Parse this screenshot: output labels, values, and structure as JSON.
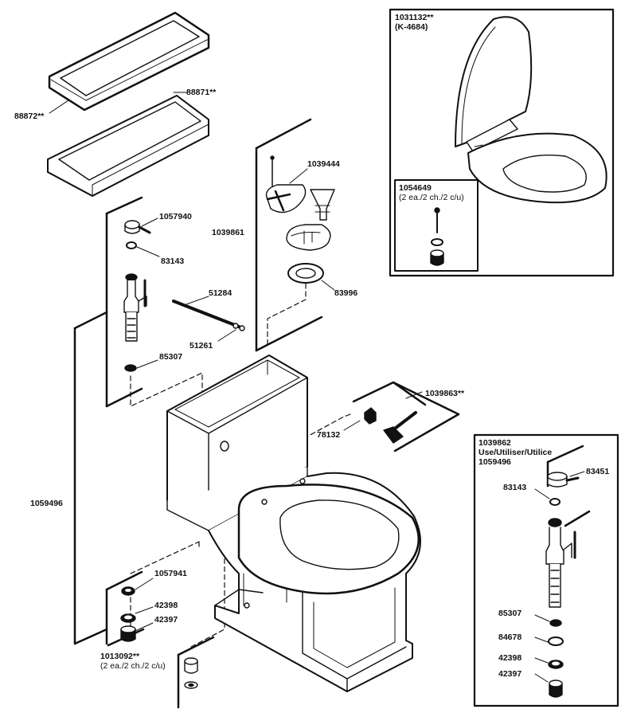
{
  "diagram": {
    "top_group": {
      "lid_part": "88872**",
      "cover_part": "88871**"
    },
    "fill_valve_group": {
      "part_float_cap": "1057940",
      "part_washer": "83143",
      "part_locknut": "85307",
      "part_refill_tube": "51284",
      "part_clip": "51261",
      "kit_label": "1059496"
    },
    "flush_valve_group": {
      "part_chain": "1039444",
      "part_valve": "1039861",
      "part_gasket": "83996"
    },
    "handle_group": {
      "part_handle": "1039863**",
      "part_nut": "78132"
    },
    "base_group": {
      "part_bolt_cap": "1057941",
      "part_washer_a": "42398",
      "part_washer_b": "42397",
      "kit_label": "1013092**",
      "kit_qty": "(2 ea./2 ch./2 c/u)"
    },
    "seat_box": {
      "part": "1031132**",
      "model": "(K-4684)",
      "hinge_part": "1054649",
      "hinge_qty": "(2 ea./2 ch./2 c/u)"
    },
    "alt_box": {
      "part": "1039862",
      "use_text": "Use/Utiliser/Utilice",
      "alt_part": "1059496",
      "part_float": "83451",
      "part_washer": "83143",
      "part_locknut": "85307",
      "part_ring": "84678",
      "part_washer_a": "42398",
      "part_washer_b": "42397"
    }
  }
}
